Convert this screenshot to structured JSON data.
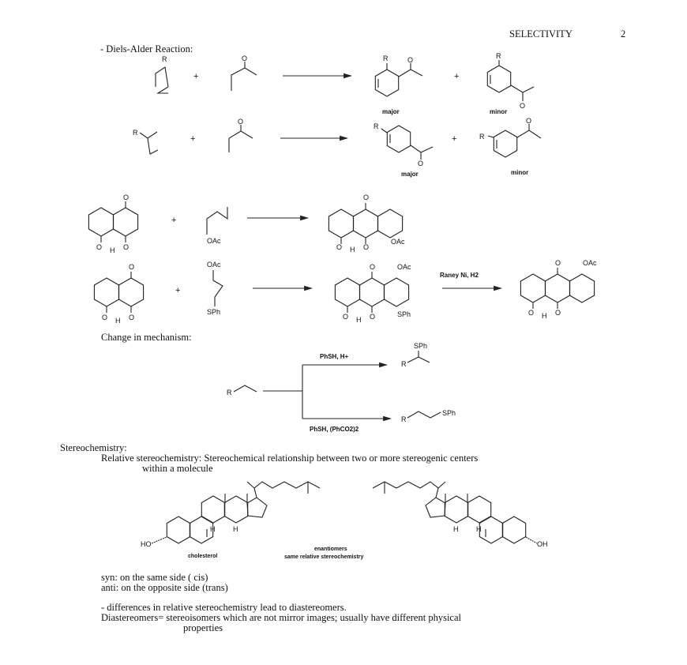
{
  "header": {
    "title": "SELECTIVITY",
    "page_number": "2"
  },
  "sections": {
    "diels_alder": "- Diels-Alder Reaction:",
    "change_mechanism": "Change in mechanism:",
    "stereochemistry": "Stereochemistry:",
    "relative_def_1": "Relative stereochemistry:  Stereochemical relationship between two or more stereogenic centers",
    "relative_def_2": "within a molecule",
    "syn": "syn:  on the same side  ( cis)",
    "anti": "anti:  on the opposite side (trans)",
    "diff": "- differences in relative stereochemistry lead to diastereomers.",
    "diast_1": "Diastereomers= stereoisomers which are not mirror images;  usually have different physical",
    "diast_2": "properties"
  },
  "chem": {
    "R": "R",
    "O": "O",
    "OAc": "OAc",
    "SPh": "SPh",
    "H": "H",
    "plus": "+",
    "HO": "HO",
    "OH": "OH",
    "major": "major",
    "minor": "minor",
    "raney": "Raney Ni, H2",
    "cond_acid": "PhSH, H+",
    "cond_radical": "PhSH, (PhCO2)2",
    "cholesterol": "cholesterol",
    "enantiomers": "enantiomers",
    "same_relative": "same relative stereochemistry"
  }
}
